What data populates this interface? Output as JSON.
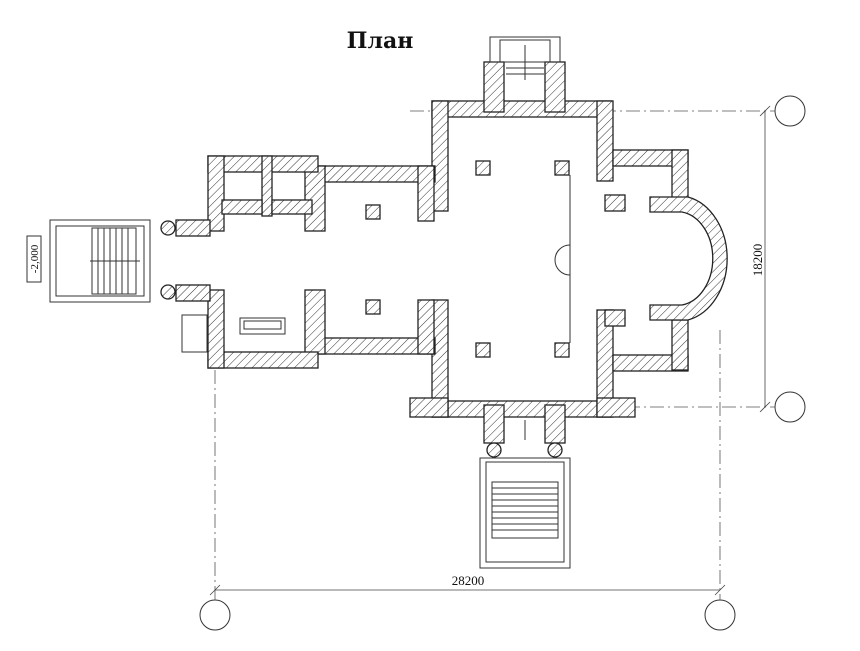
{
  "title": "План",
  "dimensions": {
    "horizontal": "28200",
    "vertical": "18200",
    "level": "-2,000"
  }
}
